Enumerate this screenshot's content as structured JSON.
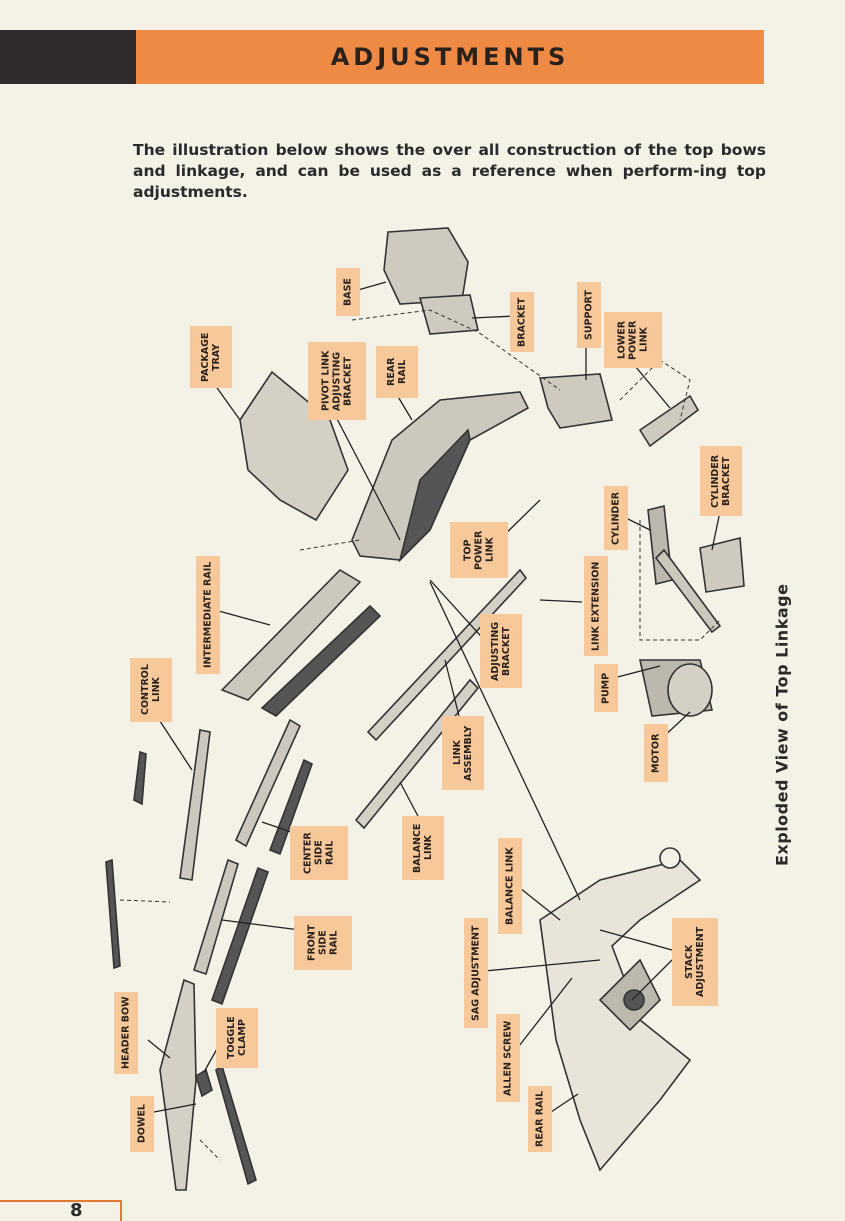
{
  "header": {
    "title": "ADJUSTMENTS"
  },
  "intro": "The illustration below shows the over all construction of the top bows and linkage, and can be used as a reference when perform-ing top adjustments.",
  "caption": "Exploded View of Top Linkage",
  "page_number": "8",
  "labels": {
    "base": "BASE",
    "bracket": "BRACKET",
    "support": "SUPPORT",
    "lower_power_link": "LOWER\nPOWER\nLINK",
    "package_tray": "PACKAGE\nTRAY",
    "pivot_link_adjusting_bracket": "PIVOT LINK\nADJUSTING\nBRACKET",
    "rear_rail_top": "REAR\nRAIL",
    "cylinder_bracket": "CYLINDER\nBRACKET",
    "cylinder": "CYLINDER",
    "top_power_link": "TOP\nPOWER\nLINK",
    "intermediate_rail": "INTERMEDIATE RAIL",
    "link_extension": "LINK EXTENSION",
    "adjusting_bracket": "ADJUSTING\nBRACKET",
    "control_link": "CONTROL\nLINK",
    "pump": "PUMP",
    "motor": "MOTOR",
    "link_assembly": "LINK\nASSEMBLY",
    "center_side_rail": "CENTER\nSIDE\nRAIL",
    "balance_link_left": "BALANCE\nLINK",
    "balance_link_detail": "BALANCE LINK",
    "front_side_rail": "FRONT\nSIDE\nRAIL",
    "sag_adjustment": "SAG ADJUSTMENT",
    "stack_adjustment": "STACK\nADJUSTMENT",
    "header_bow": "HEADER BOW",
    "toggle_clamp": "TOGGLE\nCLAMP",
    "allen_screw": "ALLEN SCREW",
    "dowel": "DOWEL",
    "rear_rail_detail": "REAR RAIL"
  }
}
